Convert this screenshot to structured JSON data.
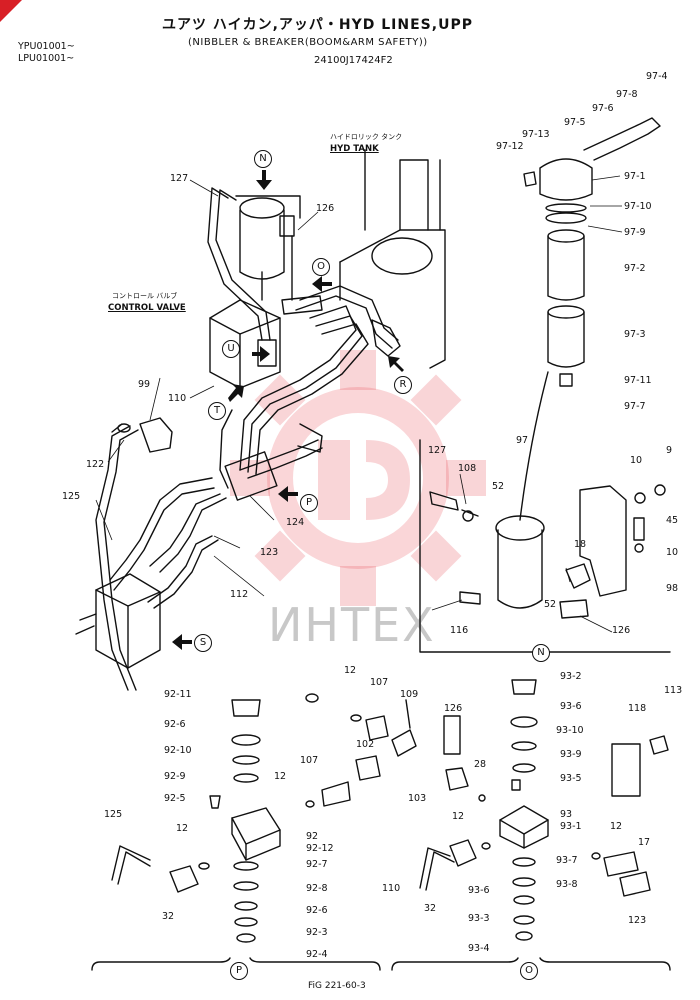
{
  "header": {
    "title": "ユアツ ハイカン,アッパ・HYD LINES,UPP",
    "subtitle": "(NIBBLER & BREAKER(BOOM&ARM SAFETY))",
    "code": "24100J17424F2",
    "serials": [
      "YPU01001~",
      "LPU01001~"
    ]
  },
  "labels": {
    "hyd_tank_jp": "ハイドロリック タンク",
    "hyd_tank": "HYD TANK",
    "control_valve_jp": "コントロール バルブ",
    "control_valve": "CONTROL VALVE"
  },
  "callouts": {
    "N": "N",
    "O": "O",
    "U": "U",
    "T": "T",
    "R": "R",
    "P": "P",
    "S": "S",
    "bottom_P": "P",
    "bottom_O": "O",
    "detail_N": "N"
  },
  "part_numbers": {
    "p127a": "127",
    "p126a": "126",
    "p99": "99",
    "p110": "110",
    "p122": "122",
    "p125a": "125",
    "p124": "124",
    "p123a": "123",
    "p112": "112",
    "p97_4": "97-4",
    "p97_8": "97-8",
    "p97_6": "97-6",
    "p97_5": "97-5",
    "p97_13": "97-13",
    "p97_12": "97-12",
    "p97_1": "97-1",
    "p97_10": "97-10",
    "p97_9": "97-9",
    "p97_2": "97-2",
    "p97_3": "97-3",
    "p97_11": "97-11",
    "p97_7": "97-7",
    "p97": "97",
    "p127b": "127",
    "p108": "108",
    "p52a": "52",
    "p10a": "10",
    "p9": "9",
    "p45": "45",
    "p10b": "10",
    "p18": "18",
    "p98": "98",
    "p52b": "52",
    "p116": "116",
    "p126b": "126",
    "p92_11": "92-11",
    "p92_6a": "92-6",
    "p92_10": "92-10",
    "p92_9": "92-9",
    "p92_5": "92-5",
    "p125b": "125",
    "p12a": "12",
    "p32a": "32",
    "p12b": "12",
    "p92": "92",
    "p92_12": "92-12",
    "p92_7": "92-7",
    "p92_8": "92-8",
    "p92_6b": "92-6",
    "p92_3": "92-3",
    "p92_4": "92-4",
    "p12c": "12",
    "p107a": "107",
    "p109": "109",
    "p102": "102",
    "p107b": "107",
    "p126c": "126",
    "p103": "103",
    "p28": "28",
    "p93_2": "93-2",
    "p93_6a": "93-6",
    "p93_10": "93-10",
    "p93_9": "93-9",
    "p93_5": "93-5",
    "p93": "93",
    "p93_1": "93-1",
    "p93_7": "93-7",
    "p93_8": "93-8",
    "p93_6b": "93-6",
    "p93_3": "93-3",
    "p93_4": "93-4",
    "p12d": "12",
    "p110b": "110",
    "p32b": "32",
    "p113": "113",
    "p118": "118",
    "p12e": "12",
    "p17": "17",
    "p123b": "123"
  },
  "footer": {
    "fig": "FiG 221-60-3"
  },
  "watermark": {
    "text": "ИНТЕХ",
    "color": "#e8434f"
  }
}
